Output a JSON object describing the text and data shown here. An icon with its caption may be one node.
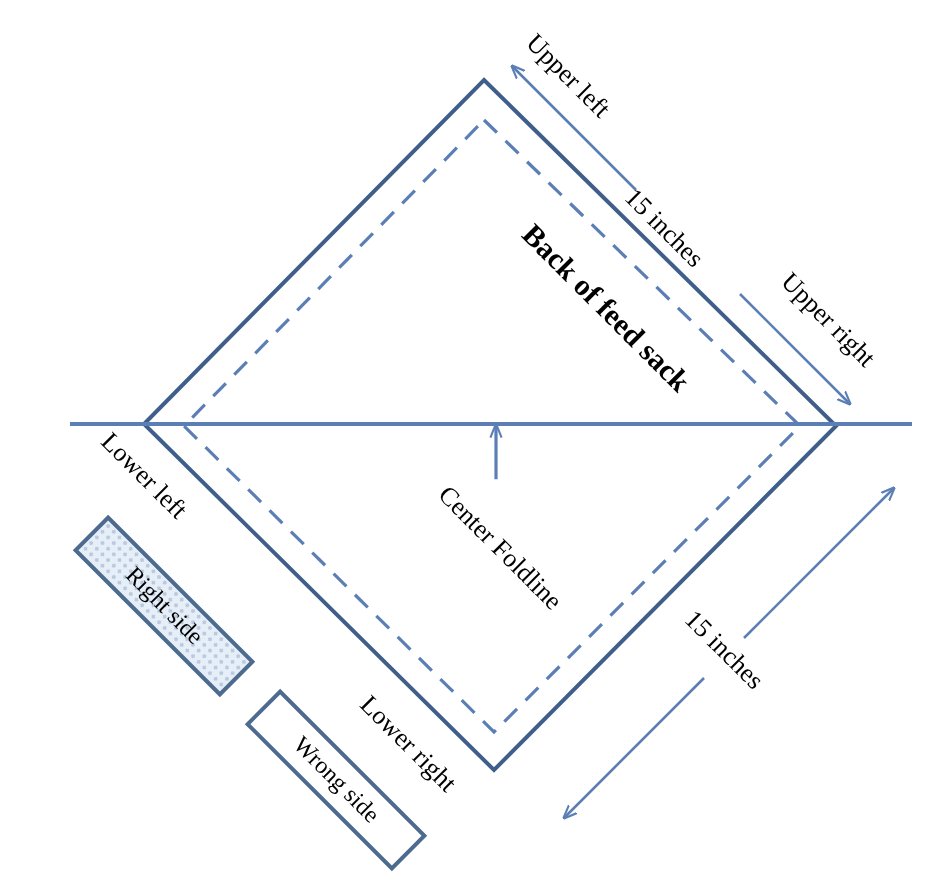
{
  "diagram": {
    "nodes": [
      {
        "text": [
          "Back of feed sack"
        ]
      },
      {
        "text": [
          "Center Foldline"
        ],
        "in": 0
      },
      {
        "text": [
          "Right side"
        ]
      },
      {
        "text": [
          "Wrong side"
        ]
      },
      {
        "text": [],
        "shape": "line"
      }
    ],
    "edges": [
      {
        "from": 1,
        "to": 4,
        "arrow": "to"
      }
    ],
    "labels": [
      "Upper left",
      "15 inches",
      "Upper right",
      "Lower left",
      "15 inches",
      "Lower right"
    ]
  }
}
